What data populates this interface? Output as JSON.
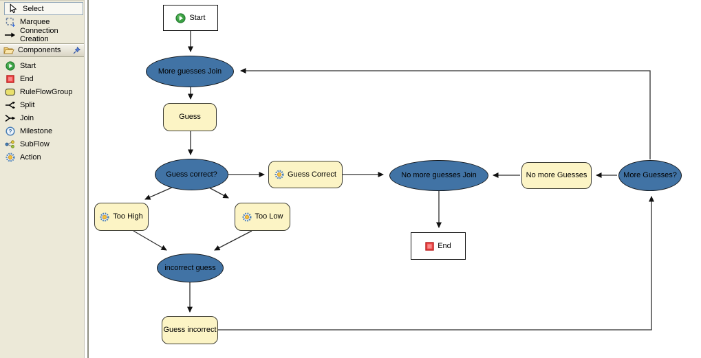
{
  "palette": {
    "tools": [
      {
        "label": "Select",
        "icon": "cursor-icon",
        "active": true
      },
      {
        "label": "Marquee",
        "icon": "marquee-icon",
        "active": false
      },
      {
        "label": "Connection Creation",
        "icon": "connection-icon",
        "active": false
      }
    ],
    "drawer": {
      "label": "Components",
      "icon": "folder-icon",
      "pin": "pin-icon"
    },
    "components": [
      {
        "label": "Start",
        "icon": "start-icon"
      },
      {
        "label": "End",
        "icon": "end-icon"
      },
      {
        "label": "RuleFlowGroup",
        "icon": "ruleflowgroup-icon"
      },
      {
        "label": "Split",
        "icon": "split-icon"
      },
      {
        "label": "Join",
        "icon": "join-icon"
      },
      {
        "label": "Milestone",
        "icon": "milestone-icon"
      },
      {
        "label": "SubFlow",
        "icon": "subflow-icon"
      },
      {
        "label": "Action",
        "icon": "action-icon"
      }
    ]
  },
  "diagram": {
    "nodes": {
      "start": {
        "label": "Start",
        "type": "start"
      },
      "more_guesses_join": {
        "label": "More guesses Join",
        "type": "join"
      },
      "guess": {
        "label": "Guess",
        "type": "ruleflowgroup"
      },
      "guess_correct_split": {
        "label": "Guess  correct?",
        "type": "split"
      },
      "guess_correct_action": {
        "label": "Guess Correct",
        "type": "action"
      },
      "no_more_guesses_join": {
        "label": "No more guesses Join",
        "type": "join"
      },
      "no_more_guesses": {
        "label": "No more Guesses",
        "type": "ruleflowgroup"
      },
      "more_guesses_split": {
        "label": "More Guesses?",
        "type": "split"
      },
      "too_high": {
        "label": "Too High",
        "type": "action"
      },
      "too_low": {
        "label": "Too Low",
        "type": "action"
      },
      "incorrect_guess_join": {
        "label": "incorrect guess",
        "type": "join"
      },
      "guess_incorrect": {
        "label": "Guess incorrect",
        "type": "ruleflowgroup"
      },
      "end": {
        "label": "End",
        "type": "end"
      }
    },
    "colors": {
      "ellipse_fill": "#4173a5",
      "group_fill": "#fcf4c5",
      "palette_bg": "#ece9d8",
      "canvas_bg": "#ffffff",
      "edge": "#2d2d2d"
    }
  }
}
